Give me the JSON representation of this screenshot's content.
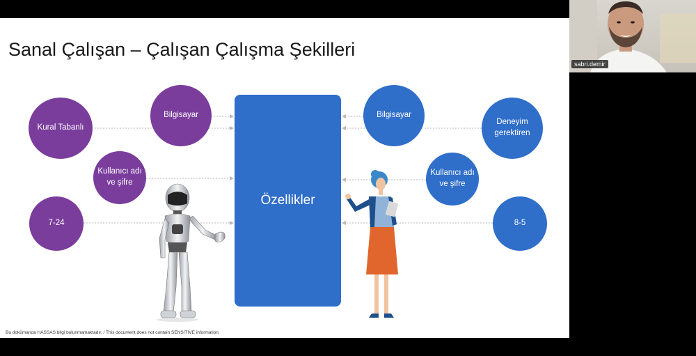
{
  "slide": {
    "title": "Sanal Çalışan – Çalışan Çalışma Şekilleri",
    "center_label": "Özellikler",
    "footer_note": "Bu dokümanda HASSAS bilgi bulunmamaktadır. / This document does not contain SENSITIVE information.",
    "left_nodes": [
      {
        "label": "Kural Tabanlı"
      },
      {
        "label": "Bilgisayar"
      },
      {
        "label": "Kullanıcı adı ve şifre"
      },
      {
        "label": "7-24"
      }
    ],
    "right_nodes": [
      {
        "label": "Bilgisayar"
      },
      {
        "label": "Deneyim gerektiren"
      },
      {
        "label": "Kullanıcı adı ve şifre"
      },
      {
        "label": "8-5"
      }
    ],
    "colors": {
      "purple": "#7a3d9c",
      "blue": "#2f6ec9",
      "arrow": "#b8b8b8"
    },
    "illustrations": [
      "robot-illustration",
      "woman-illustration"
    ]
  },
  "webcam": {
    "participant_name": "sabri.demir"
  }
}
